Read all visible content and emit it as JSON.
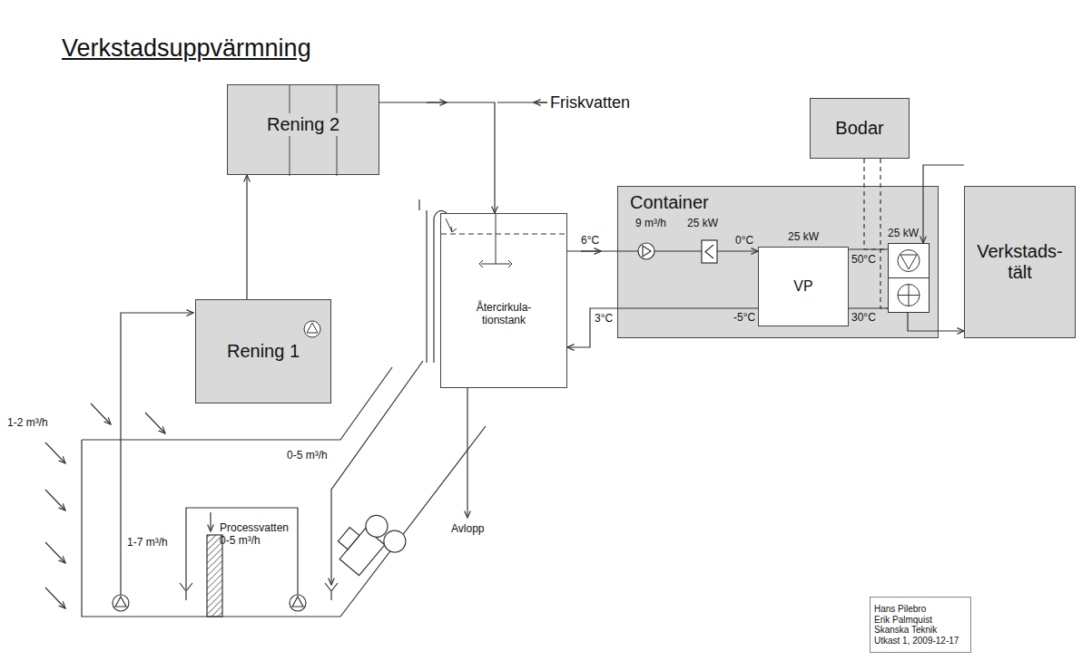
{
  "diagram": {
    "title": "Verkstadsuppvärmning",
    "nodes": [
      {
        "text": [
          "Rening 2"
        ]
      },
      {
        "text": [
          "Bodar"
        ]
      },
      {
        "text": [
          "Container"
        ]
      },
      {
        "text": [
          "VP"
        ],
        "in": 2
      },
      {
        "text": [
          "25 kW"
        ],
        "in": 2
      },
      {
        "text": [
          "Verkstads- tält"
        ]
      },
      {
        "text": [
          "Återcirkula- tionstank"
        ]
      },
      {
        "text": [
          "Rening 1"
        ]
      },
      {
        "text": [
          "Hans Pilebro",
          "Erik Palmquist",
          "Skanska Teknik",
          "Utkast 1, 2009-12-17"
        ]
      }
    ],
    "edges": [
      {
        "from": 7,
        "to": 0,
        "arrow": "to"
      },
      {
        "from": 0,
        "to": 6,
        "arrow": "to"
      },
      {
        "from": 6,
        "to": 3,
        "arrow": "to"
      },
      {
        "from": 3,
        "to": 6,
        "arrow": "to"
      },
      {
        "from": 3,
        "to": 4,
        "arrow": "none"
      },
      {
        "from": 3,
        "to": 4,
        "arrow": "none"
      },
      {
        "from": 1,
        "to": 4,
        "arrow": "none"
      },
      {
        "from": 1,
        "to": 4,
        "arrow": "none"
      },
      {
        "from": 5,
        "to": 4,
        "arrow": "to"
      },
      {
        "from": 4,
        "to": 5,
        "arrow": "to"
      }
    ],
    "labels": [
      "Friskvatten",
      "25 kW",
      "9 m³/h",
      "25 kW",
      "0°C",
      "-5°C",
      "50°C",
      "30°C",
      "6°C",
      "3°C",
      "1-2 m³/h",
      "1-7 m³/h",
      "Processvatten 0-5 m³/h",
      "0-5 m³/h",
      "Avlopp"
    ]
  }
}
